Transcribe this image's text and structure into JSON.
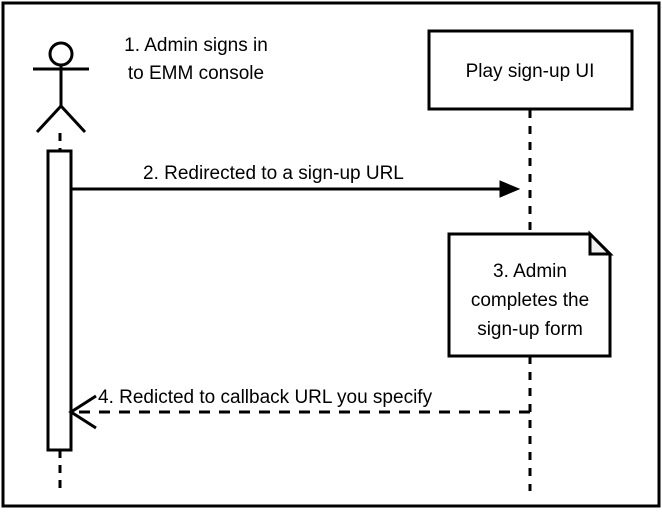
{
  "diagram": {
    "type": "uml-sequence-diagram",
    "background_color": "#ffffff",
    "line_color": "#000000",
    "note_fill_color": "#ffffff",
    "note_fold_color": "#f0f0f0",
    "border": {
      "present": true,
      "color": "#000000"
    },
    "actor": {
      "icon_name": "actor-stick-figure",
      "label_line1": "1. Admin signs in",
      "label_line2": "to EMM console"
    },
    "participant": {
      "label": "Play sign-up UI"
    },
    "messages": [
      {
        "id": "msg-2",
        "label": "2. Redirected to a sign-up URL",
        "direction": "left-to-right",
        "style": "solid",
        "arrowhead": "filled"
      },
      {
        "id": "msg-4",
        "label": "4. Redicted to callback URL you specify",
        "direction": "right-to-left",
        "style": "dashed",
        "arrowhead": "open"
      }
    ],
    "note": {
      "line1": "3. Admin",
      "line2": "completes the",
      "line3": "sign-up form"
    }
  }
}
